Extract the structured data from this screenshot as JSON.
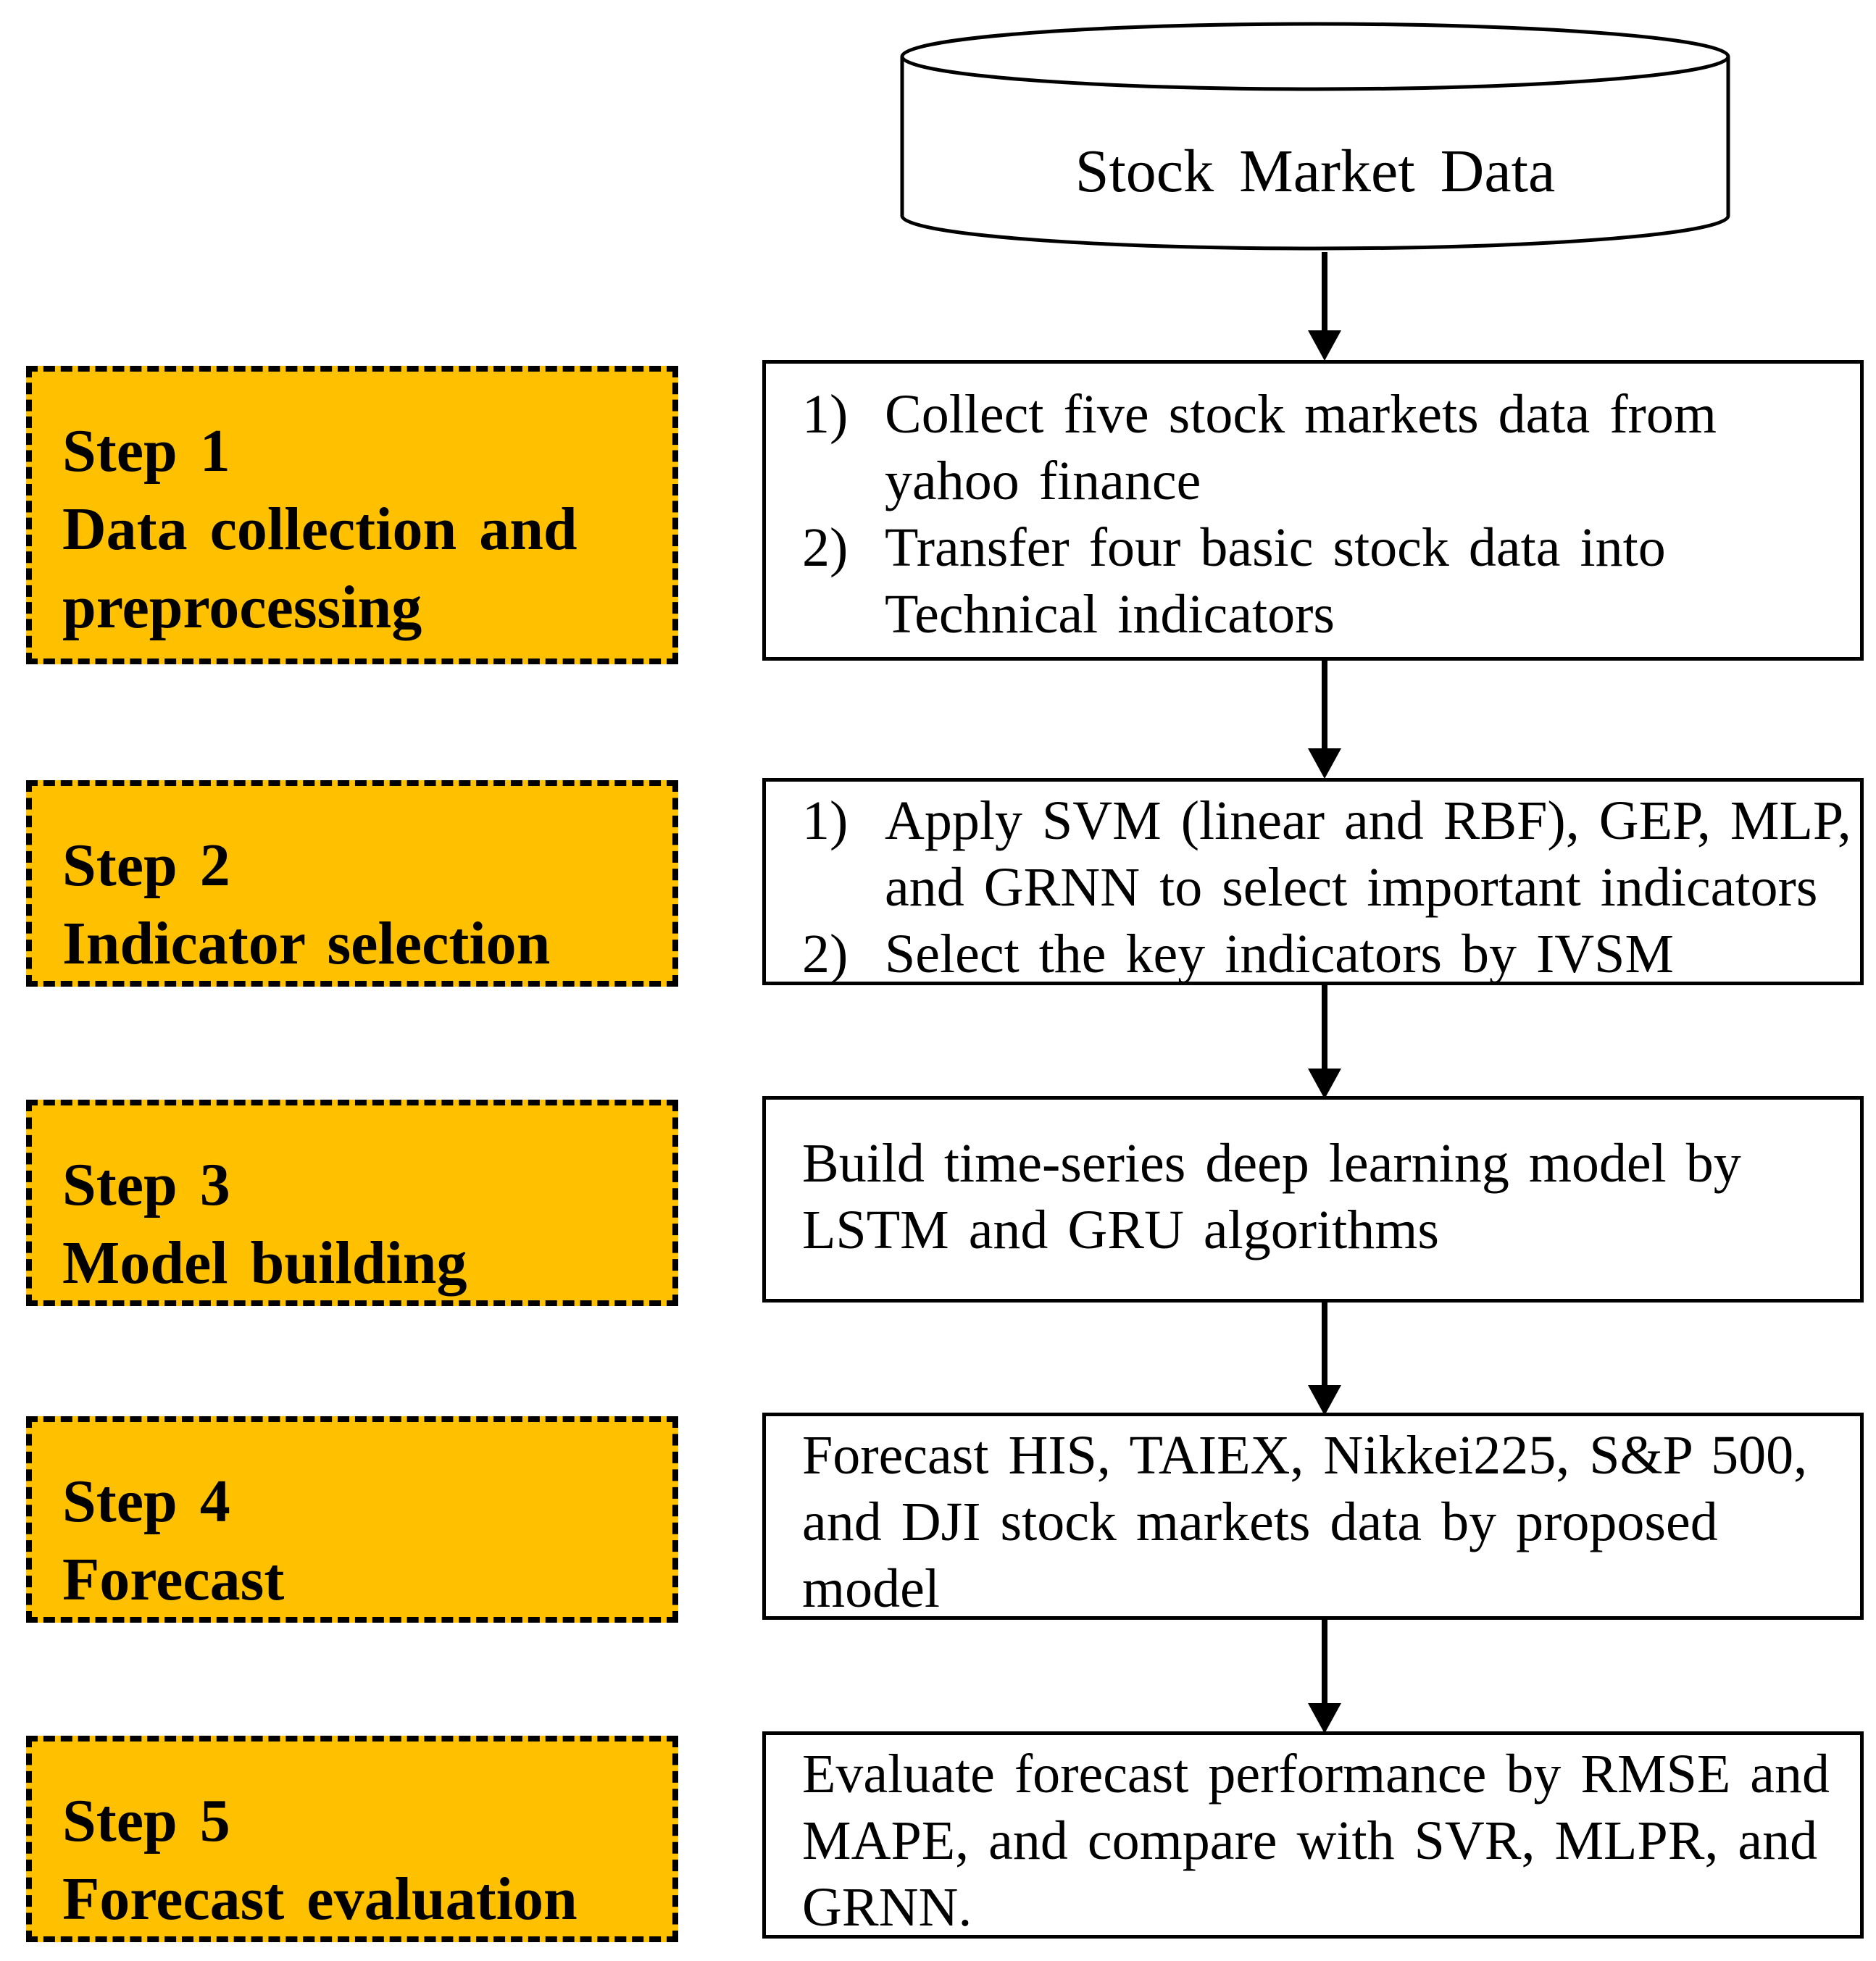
{
  "database": {
    "label": "Stock Market Data"
  },
  "steps": [
    {
      "title": "Step 1",
      "subtitle_lines": [
        "Data collection and",
        "preprocessing"
      ],
      "box": {
        "type": "list",
        "items": [
          {
            "num": "1)",
            "lines": [
              "Collect five stock markets data from",
              "yahoo finance"
            ]
          },
          {
            "num": "2)",
            "lines": [
              "Transfer four basic stock data into",
              "Technical indicators"
            ]
          }
        ]
      }
    },
    {
      "title": "Step 2",
      "subtitle_lines": [
        "Indicator selection"
      ],
      "box": {
        "type": "list",
        "items": [
          {
            "num": "1)",
            "lines": [
              "Apply  SVM (linear and RBF), GEP, MLP,",
              "and GRNN to select important indicators"
            ]
          },
          {
            "num": "2)",
            "lines": [
              "Select the key indicators by IVSM"
            ]
          }
        ]
      }
    },
    {
      "title": "Step 3",
      "subtitle_lines": [
        "Model building"
      ],
      "box": {
        "type": "para",
        "lines": [
          "Build time-series deep learning model by",
          "LSTM and GRU algorithms"
        ]
      }
    },
    {
      "title": "Step 4",
      "subtitle_lines": [
        "Forecast"
      ],
      "box": {
        "type": "para",
        "lines": [
          "Forecast HIS, TAIEX, Nikkei225,  S&P 500,",
          "and DJI stock markets data by proposed",
          "model"
        ]
      }
    },
    {
      "title": "Step 5",
      "subtitle_lines": [
        "Forecast evaluation"
      ],
      "box": {
        "type": "para",
        "lines": [
          "Evaluate forecast performance by RMSE and",
          "MAPE, and compare with SVR, MLPR, and",
          "GRNN."
        ]
      }
    }
  ],
  "colors": {
    "step_fill": "#FFC000",
    "border": "#000000",
    "box_fill": "#FFFFFF"
  }
}
